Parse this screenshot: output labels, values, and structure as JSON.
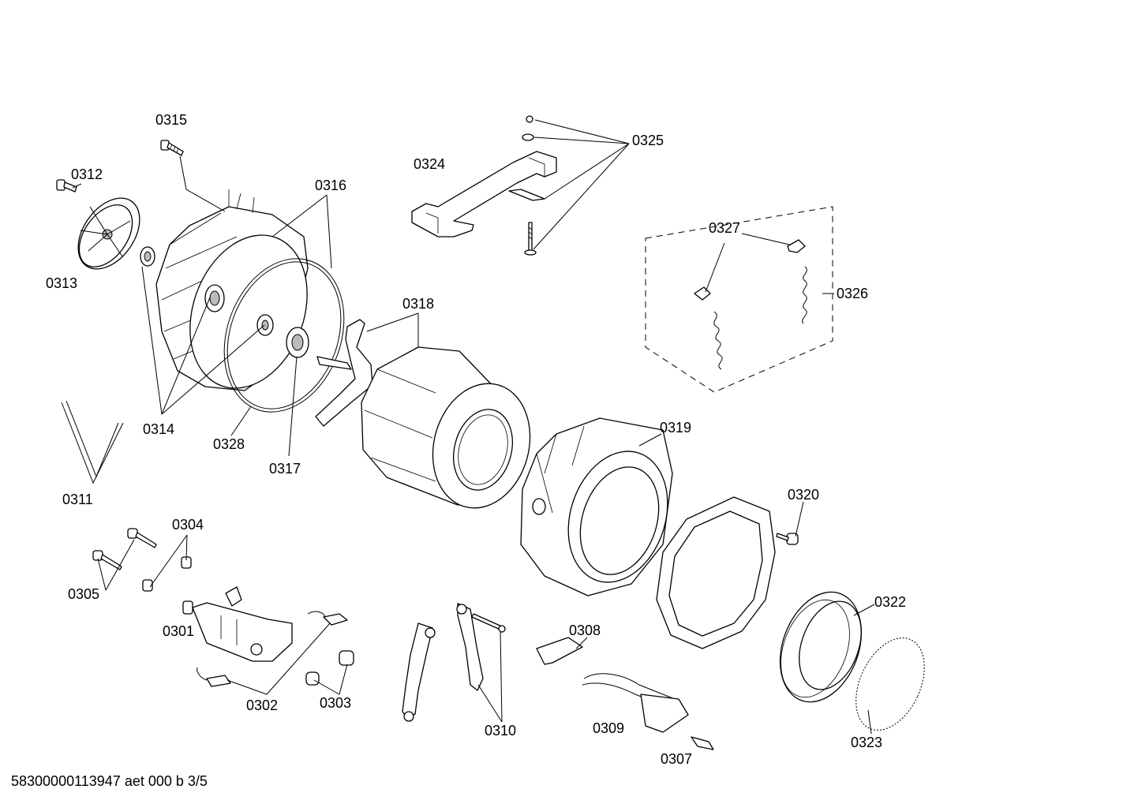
{
  "labels": {
    "p0301": "0301",
    "p0302": "0302",
    "p0303": "0303",
    "p0304": "0304",
    "p0305": "0305",
    "p0307": "0307",
    "p0308": "0308",
    "p0309": "0309",
    "p0310": "0310",
    "p0311": "0311",
    "p0312": "0312",
    "p0313": "0313",
    "p0314": "0314",
    "p0315": "0315",
    "p0316": "0316",
    "p0317": "0317",
    "p0318": "0318",
    "p0319": "0319",
    "p0320": "0320",
    "p0322": "0322",
    "p0323": "0323",
    "p0324": "0324",
    "p0325": "0325",
    "p0326": "0326",
    "p0327": "0327",
    "p0328": "0328"
  },
  "footer": "58300000113947 aet 000 b 3/5"
}
